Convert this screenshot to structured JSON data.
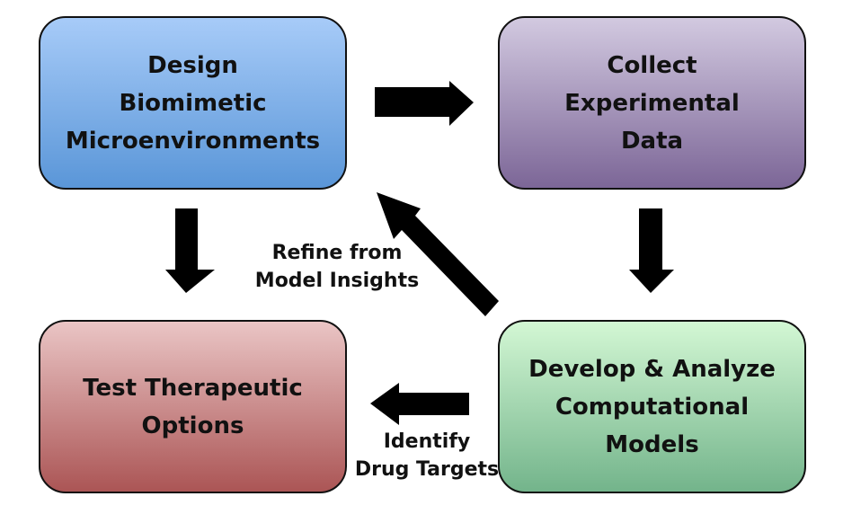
{
  "diagram": {
    "boxes": {
      "design": {
        "lines": [
          "Design",
          "Biomimetic",
          "Microenvironments"
        ],
        "color_top": "#a7cbf8",
        "color_bottom": "#5a96d8"
      },
      "collect": {
        "lines": [
          "Collect",
          "Experimental",
          "Data"
        ],
        "color_top": "#d2c9e0",
        "color_bottom": "#7c6697"
      },
      "test": {
        "lines": [
          "Test Therapeutic",
          "Options"
        ],
        "color_top": "#eac5c5",
        "color_bottom": "#ab5555"
      },
      "develop": {
        "lines": [
          "Develop & Analyze",
          "Computational",
          "Models"
        ],
        "color_top": "#d3f7d4",
        "color_bottom": "#73b48b"
      }
    },
    "edge_labels": {
      "refine": [
        "Refine from",
        "Model Insights"
      ],
      "identify": [
        "Identify",
        "Drug Targets"
      ]
    },
    "edges": [
      {
        "from": "design",
        "to": "collect",
        "label": ""
      },
      {
        "from": "collect",
        "to": "develop",
        "label": ""
      },
      {
        "from": "develop",
        "to": "design",
        "label": "Refine from Model Insights"
      },
      {
        "from": "develop",
        "to": "test",
        "label": "Identify Drug Targets"
      },
      {
        "from": "design",
        "to": "test",
        "label": ""
      }
    ],
    "arrow_color": "#000000"
  }
}
